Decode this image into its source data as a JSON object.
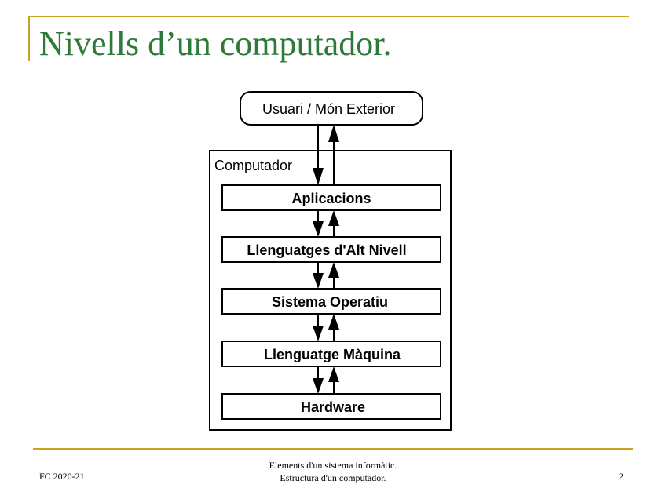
{
  "slide": {
    "title": "Nivells d’un computador."
  },
  "diagram": {
    "outer_label": "Usuari / Món Exterior",
    "container_label": "Computador",
    "layers": [
      {
        "label": "Aplicacions"
      },
      {
        "label": "Llenguatges d'Alt Nivell"
      },
      {
        "label": "Sistema Operatiu"
      },
      {
        "label": "Llenguatge Màquina"
      },
      {
        "label": "Hardware"
      }
    ]
  },
  "footer": {
    "left": "FC 2020-21",
    "center_line1": "Elements d'un sistema informàtic.",
    "center_line2": "Estructura d'un computador.",
    "page_number": "2"
  },
  "colors": {
    "title": "#2e7a3a",
    "rule": "#c9a227"
  }
}
